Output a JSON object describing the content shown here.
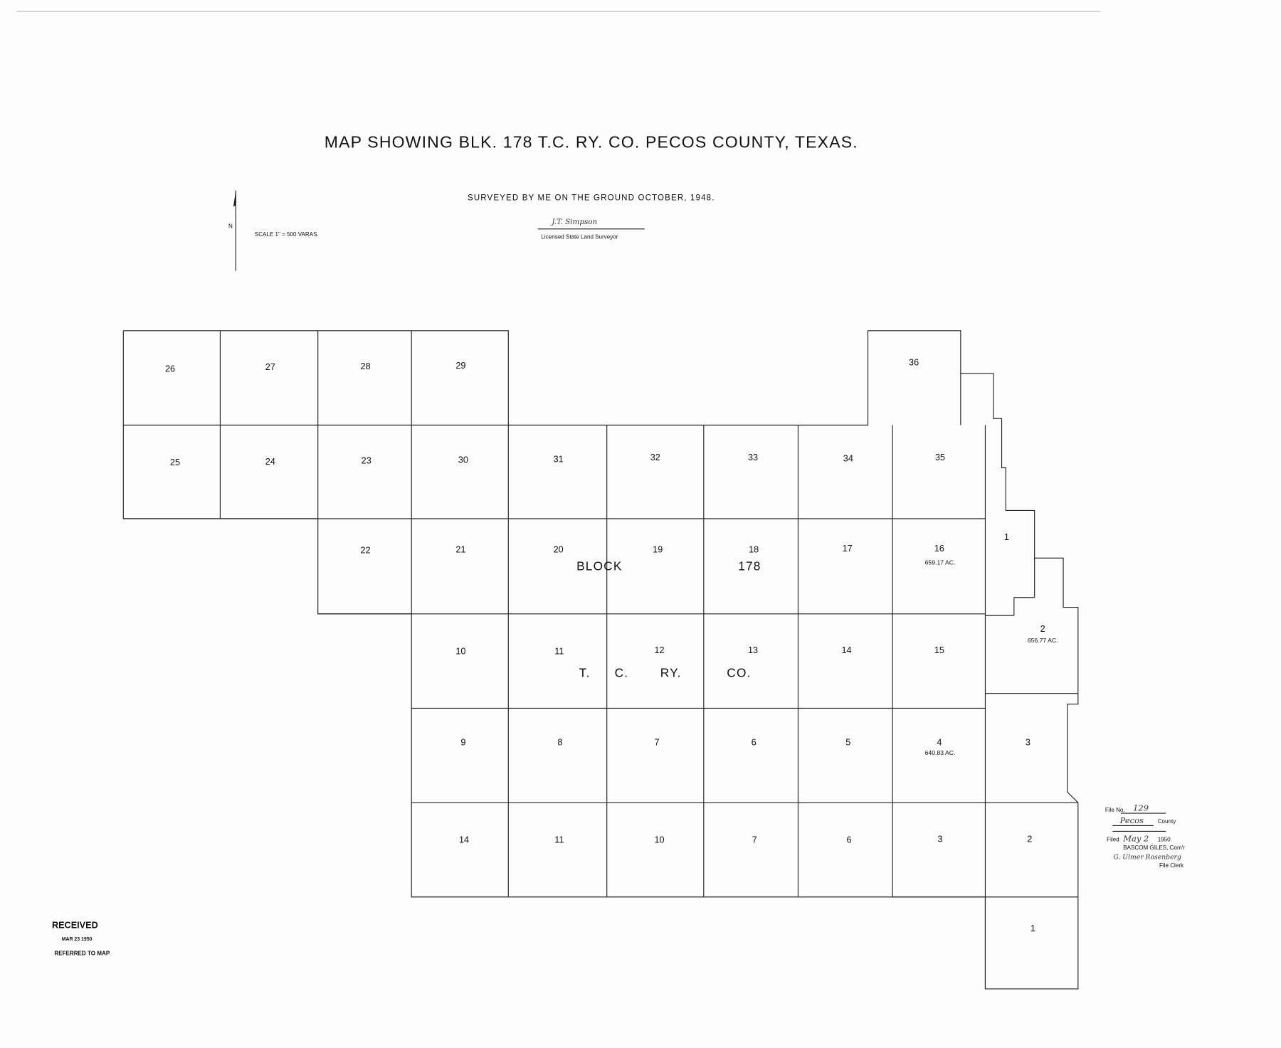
{
  "map": {
    "title": "MAP SHOWING BLK. 178 T.C. RY. CO. PECOS COUNTY, TEXAS.",
    "subtitle": "SURVEYED BY ME ON THE GROUND OCTOBER, 1948.",
    "surveyor_signature": "J.T. Simpson",
    "surveyor_caption": "Licensed State Land Surveyor",
    "scale": "SCALE 1\" = 500 VARAS.",
    "north_label": "N",
    "block_words": [
      "BLOCK",
      "178",
      "T.",
      "C.",
      "RY.",
      "CO."
    ],
    "sections": [
      "26",
      "27",
      "28",
      "29",
      "36",
      "25",
      "24",
      "23",
      "30",
      "31",
      "32",
      "33",
      "34",
      "35",
      "22",
      "21",
      "20",
      "19",
      "18",
      "17",
      "16",
      "1",
      "10",
      "11",
      "12",
      "13",
      "14",
      "15",
      "2",
      "9",
      "8",
      "7",
      "6",
      "5",
      "4",
      "3",
      "14",
      "11",
      "10",
      "7",
      "6",
      "3",
      "2",
      "1"
    ],
    "acreages": [
      "659.17 AC.",
      "656.77 AC.",
      "640.83 AC."
    ]
  },
  "received_stamp": {
    "title": "RECEIVED",
    "date": "MAR 23 1950",
    "note": "REFERRED TO MAP"
  },
  "file_stamp": {
    "file_no_label": "File No.",
    "file_no": "129",
    "county": "Pecos",
    "county_label": "County",
    "filed_label": "Filed",
    "filed_date": "May 2",
    "filed_year": "1950",
    "commissioner": "BASCOM GILES, Com'r",
    "clerk_signature": "G. Ulmer Rosenberg",
    "clerk_label": "File Clerk"
  }
}
